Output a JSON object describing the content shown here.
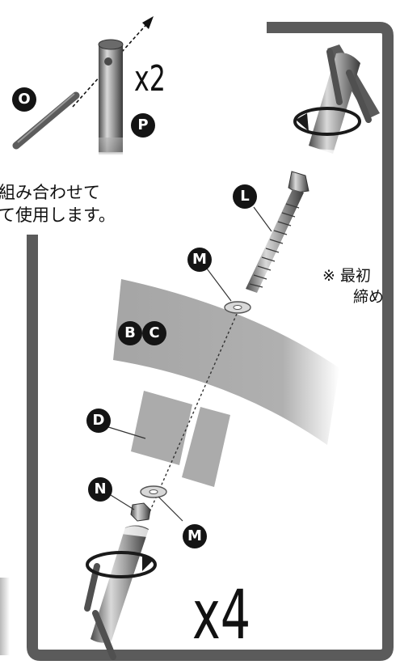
{
  "labels": {
    "O": "O",
    "P": "P",
    "L": "L",
    "M_top": "M",
    "B": "B",
    "C": "C",
    "D": "D",
    "N": "N",
    "M_bottom": "M"
  },
  "multipliers": {
    "pipe_pair": "x2",
    "bolt_assembly": "x4"
  },
  "instructions": {
    "left_line1": "組み合わせて",
    "left_line2": "て使用します。",
    "right_line1": "※ 最初",
    "right_line2": "締め"
  },
  "colors": {
    "metal_dark": "#505050",
    "metal_light": "#d6d6d6",
    "panel_border": "#5a5a5a",
    "board": "#a9a9a9",
    "label_bg": "#141414"
  },
  "icons": [
    "arrow-icon",
    "rotate-arrow-icon"
  ]
}
